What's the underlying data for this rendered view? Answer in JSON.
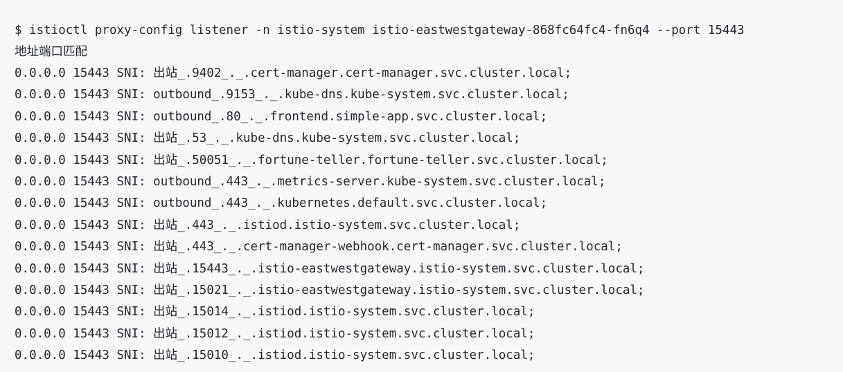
{
  "terminal": {
    "command": "$ istioctl proxy-config listener -n istio-system istio-eastwestgateway-868fc64fc4-fn6q4 --port 15443",
    "header": "地址端口匹配",
    "rows": [
      "0.0.0.0 15443 SNI: 出站_.9402_._.cert-manager.cert-manager.svc.cluster.local;",
      "0.0.0.0 15443 SNI: outbound_.9153_._.kube-dns.kube-system.svc.cluster.local;",
      "0.0.0.0 15443 SNI: outbound_.80_._.frontend.simple-app.svc.cluster.local;",
      "0.0.0.0 15443 SNI: 出站_.53_._.kube-dns.kube-system.svc.cluster.local;",
      "0.0.0.0 15443 SNI: 出站_.50051_._.fortune-teller.fortune-teller.svc.cluster.local;",
      "0.0.0.0 15443 SNI: outbound_.443_._.metrics-server.kube-system.svc.cluster.local;",
      "0.0.0.0 15443 SNI: outbound_.443_._.kubernetes.default.svc.cluster.local;",
      "0.0.0.0 15443 SNI: 出站_.443_._.istiod.istio-system.svc.cluster.local;",
      "0.0.0.0 15443 SNI: 出站_.443_._.cert-manager-webhook.cert-manager.svc.cluster.local;",
      "0.0.0.0 15443 SNI: 出站_.15443_._.istio-eastwestgateway.istio-system.svc.cluster.local;",
      "0.0.0.0 15443 SNI: 出站_.15021_._.istio-eastwestgateway.istio-system.svc.cluster.local;",
      "0.0.0.0 15443 SNI: 出站_.15014_._.istiod.istio-system.svc.cluster.local;",
      "0.0.0.0 15443 SNI: 出站_.15012_._.istiod.istio-system.svc.cluster.local;",
      "0.0.0.0 15443 SNI: 出站_.15010_._.istiod.istio-system.svc.cluster.local;"
    ]
  },
  "colors": {
    "background": "#f6f8fa",
    "text": "#24292e"
  }
}
